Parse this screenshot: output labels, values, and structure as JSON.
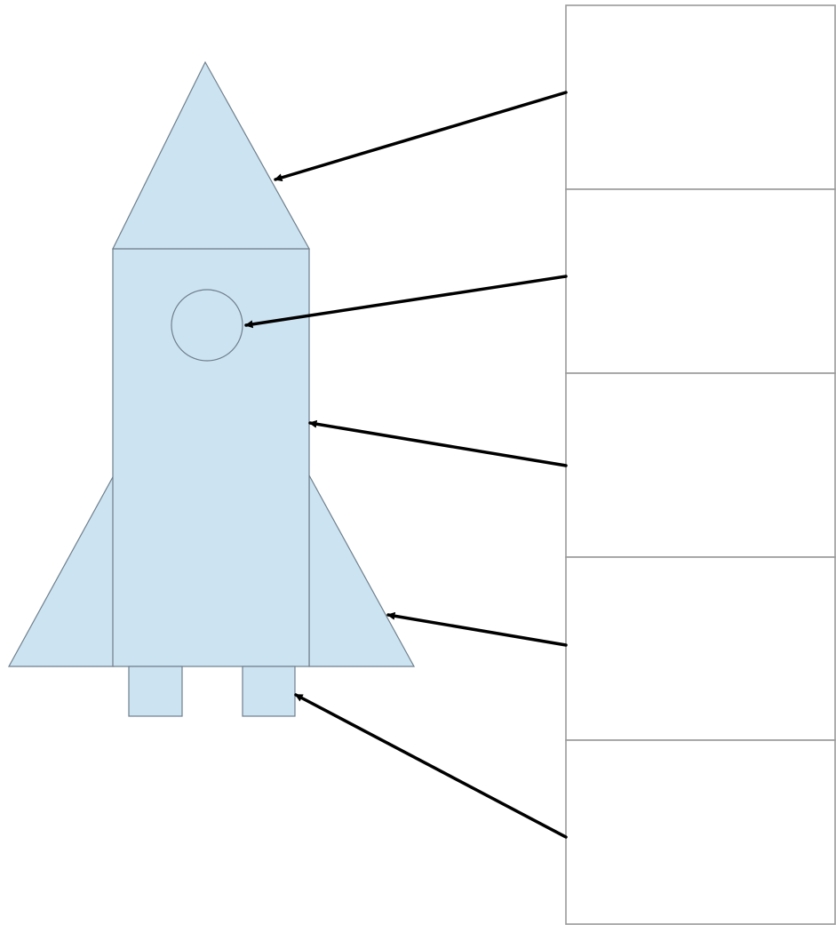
{
  "colors": {
    "rocket_fill": "#cce3f2",
    "rocket_outline": "#6f7f8c",
    "box_border": "#9a9a9a",
    "arrow": "#000000"
  },
  "labels": [
    {
      "id": "label-1",
      "text": ""
    },
    {
      "id": "label-2",
      "text": ""
    },
    {
      "id": "label-3",
      "text": ""
    },
    {
      "id": "label-4",
      "text": ""
    },
    {
      "id": "label-5",
      "text": ""
    }
  ]
}
